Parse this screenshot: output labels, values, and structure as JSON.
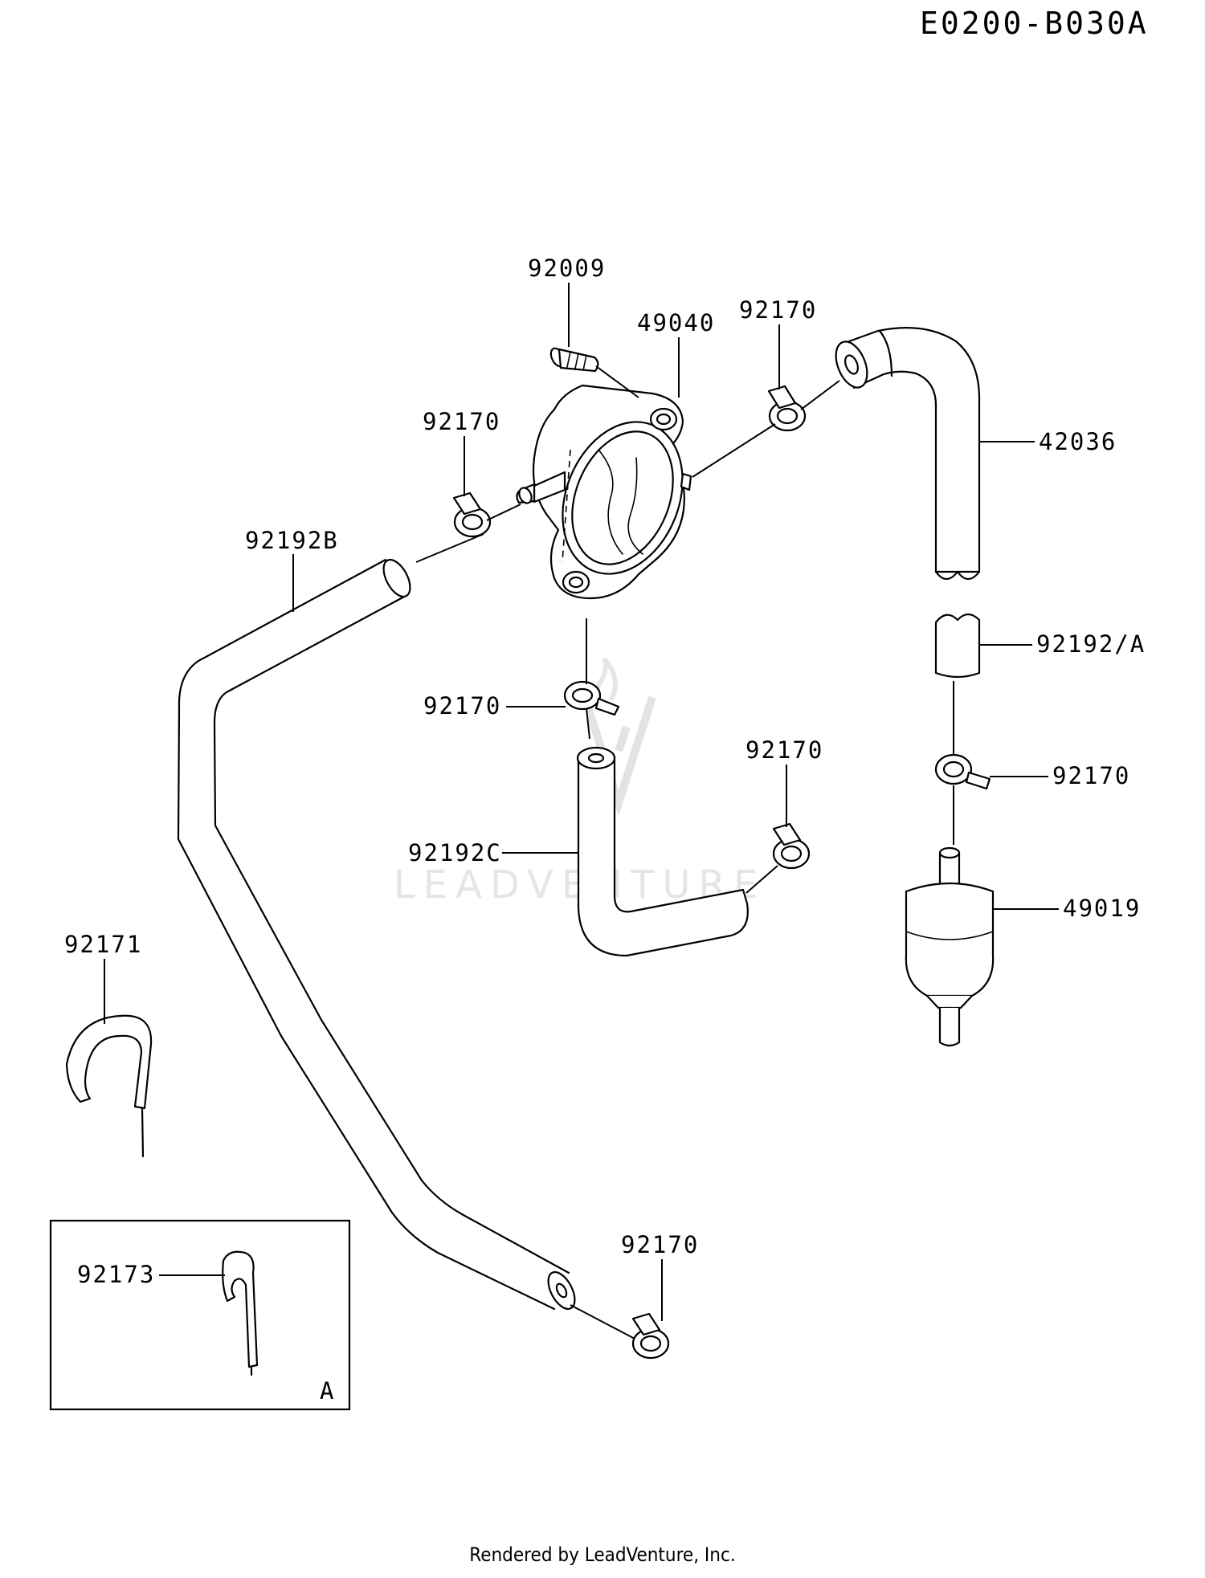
{
  "diagram_code": "E0200-B030A",
  "watermark": "LEADVENTURE",
  "footer": "Rendered by LeadVenture, Inc.",
  "inset_letter": "A",
  "labels": {
    "p92009": "92009",
    "p49040": "49040",
    "p92170_top": "92170",
    "p92170_left": "92170",
    "p42036": "42036",
    "p92192B": "92192B",
    "p92192A": "92192/A",
    "p92170_mid": "92170",
    "p92170_midright": "92170",
    "p92170_right": "92170",
    "p92192C": "92192C",
    "p49019": "49019",
    "p92171": "92171",
    "p92173": "92173",
    "p92170_bottom": "92170"
  }
}
